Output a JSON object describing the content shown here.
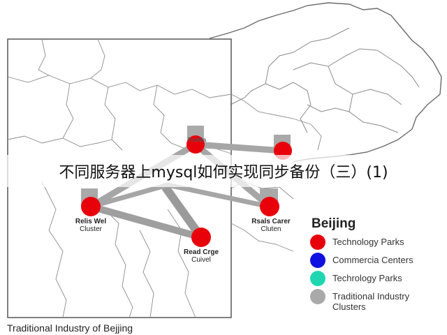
{
  "banner": {
    "text": "不同服务器上mysql如何实现同步备份（三）(1)"
  },
  "map": {
    "clusters": [
      {
        "line1": "TcuNia",
        "line2": ""
      },
      {
        "line1": "",
        "line2": ""
      },
      {
        "line1": "Relis Wel",
        "line2": "Cluster"
      },
      {
        "line1": "Rsals Carer",
        "line2": "Cluten"
      },
      {
        "line1": "Read Crge",
        "line2": "Cuivel"
      }
    ]
  },
  "legend": {
    "title": "Beijing",
    "items": [
      {
        "label": "Technology Parks",
        "color": "#e8000b"
      },
      {
        "label": "Commercia Centers",
        "color": "#1010e0"
      },
      {
        "label": "Techrology Parks",
        "color": "#1fd6b0"
      },
      {
        "label": "Traditional Industry Clusters",
        "color": "#a9a9a9"
      }
    ]
  },
  "caption": {
    "text": "Traditional Industry of Bejjing"
  }
}
